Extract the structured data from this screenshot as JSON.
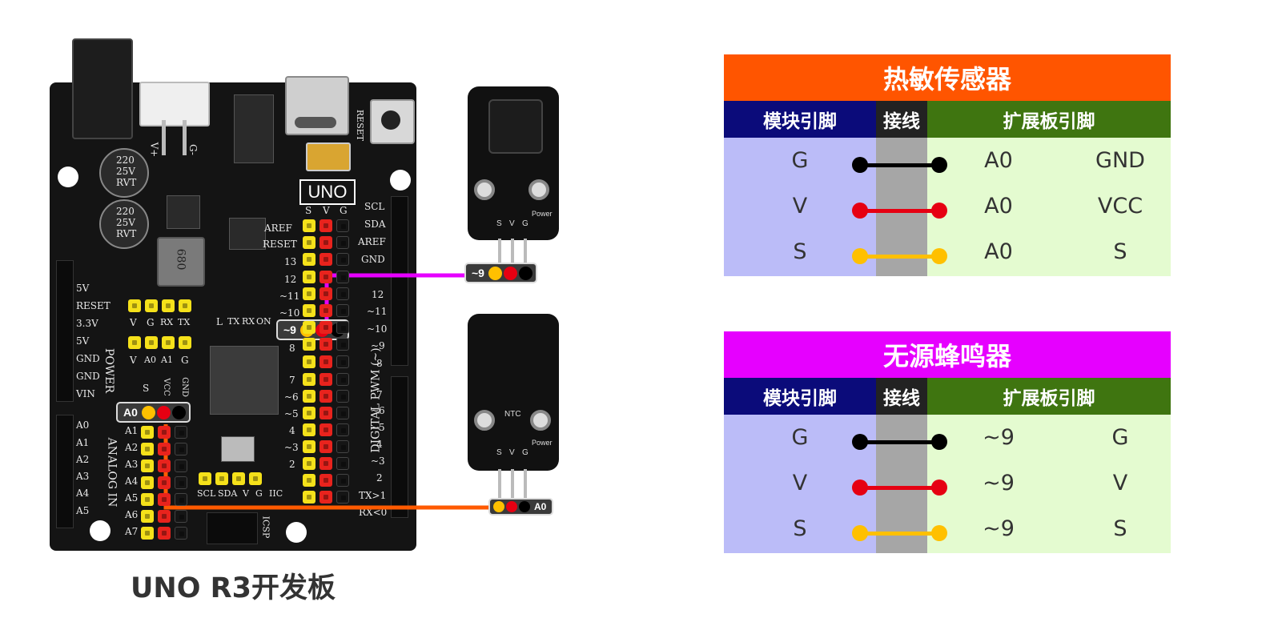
{
  "board": {
    "caption": "UNO R3开发板",
    "uno_label": "UNO",
    "cap1": [
      "220",
      "25V",
      "RVT"
    ],
    "cap2": [
      "220",
      "25V",
      "RVT"
    ],
    "inductor": "680",
    "vplus": "V+",
    "gminus": "G-",
    "reset_side": "RESET",
    "power_pins": [
      "5V",
      "RESET",
      "3.3V",
      "5V",
      "GND",
      "GND",
      "VIN"
    ],
    "power_title": "POWER",
    "analog_pins": [
      "A0",
      "A1",
      "A2",
      "A3",
      "A4",
      "A5",
      "A6",
      "A7"
    ],
    "analog_title": "ANALOG IN",
    "analog_cols": [
      "S",
      "VCC",
      "GND"
    ],
    "right_top_pins": [
      "SCL",
      "SDA",
      "AREF",
      "GND"
    ],
    "right_pins": [
      "13",
      "12",
      "~11",
      "~10",
      "~9",
      "8"
    ],
    "right_pins2": [
      "7",
      "~6",
      "~5",
      "4",
      "~3",
      "2",
      "TX>1",
      "RX<0"
    ],
    "digital_title": "DIGITAL PWM (~)",
    "inner_nums": [
      "13",
      "12",
      "~11",
      "~10",
      "~9",
      "8",
      "7",
      "~6",
      "~5",
      "4",
      "~3",
      "2"
    ],
    "aref_labels": [
      "AREF",
      "RESET"
    ],
    "svg_header1": [
      "V",
      "G",
      "RX",
      "TX"
    ],
    "svg_header2": [
      "V",
      "A0",
      "A1",
      "G"
    ],
    "svg_cols": [
      "S",
      "V",
      "G"
    ],
    "led_labels": [
      "L",
      "TX",
      "RX",
      "ON"
    ],
    "iic_labels": [
      "SCL",
      "SDA",
      "V",
      "G",
      "IIC"
    ],
    "icsp": "ICSP"
  },
  "connectors": {
    "tag_9_module": "~9",
    "tag_9_board": "~9",
    "tag_a0_board": "A0",
    "tag_a0_module": "A0"
  },
  "module1": {
    "pins": [
      "S",
      "V",
      "G"
    ],
    "power": "Power"
  },
  "module2": {
    "ntc": "NTC",
    "pins": [
      "S",
      "V",
      "G"
    ],
    "power": "Power"
  },
  "tables": [
    {
      "title": "热敏传感器",
      "title_color": "#ff5500",
      "headers": [
        "模块引脚",
        "接线",
        "扩展板引脚"
      ],
      "rows": [
        {
          "module": "G",
          "wire_color": "#000000",
          "board": "A0",
          "board2": "GND"
        },
        {
          "module": "V",
          "wire_color": "#e60012",
          "board": "A0",
          "board2": "VCC"
        },
        {
          "module": "S",
          "wire_color": "#ffc000",
          "board": "A0",
          "board2": "S"
        }
      ]
    },
    {
      "title": "无源蜂鸣器",
      "title_color": "#e600ff",
      "headers": [
        "模块引脚",
        "接线",
        "扩展板引脚"
      ],
      "rows": [
        {
          "module": "G",
          "wire_color": "#000000",
          "board": "~9",
          "board2": "G"
        },
        {
          "module": "V",
          "wire_color": "#e60012",
          "board": "~9",
          "board2": "V"
        },
        {
          "module": "S",
          "wire_color": "#ffc000",
          "board": "~9",
          "board2": "S"
        }
      ]
    }
  ],
  "colors": {
    "header_col1": "#0b0b7a",
    "header_col2": "#222222",
    "header_col3": "#3f7510",
    "wire_magenta": "#e600ff",
    "wire_orange": "#ff5a00"
  }
}
